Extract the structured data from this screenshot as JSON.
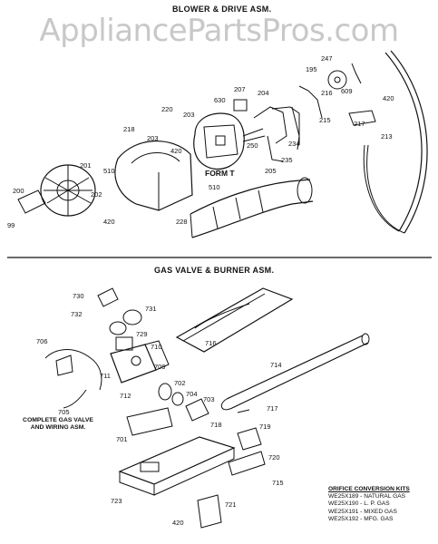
{
  "watermark": "AppliancePartsPros.com",
  "sections": {
    "blower_title": "BLOWER & DRIVE ASM.",
    "gas_title": "GAS VALVE & BURNER ASM."
  },
  "form_label": "FORM T",
  "complete_note": "COMPLETE GAS VALVE AND WIRING ASM.",
  "orifice_kits": {
    "title": "ORIFICE CONVERSION KITS",
    "rows": [
      "WE25X189 - NATURAL GAS",
      "WE25X190 - L. P. GAS",
      "WE25X191 - MIXED GAS",
      "WE25X192 - MFG. GAS"
    ]
  },
  "blower_parts": [
    "99",
    "200",
    "201",
    "202",
    "420",
    "218",
    "510",
    "220",
    "203",
    "203",
    "420",
    "630",
    "207",
    "204",
    "250",
    "205",
    "235",
    "234",
    "510",
    "228",
    "195",
    "247",
    "216",
    "609",
    "215",
    "420",
    "217",
    "213"
  ],
  "gas_parts": [
    "730",
    "732",
    "731",
    "729",
    "716",
    "706",
    "710",
    "711",
    "712",
    "709",
    "702",
    "704",
    "703",
    "714",
    "717",
    "705",
    "718",
    "719",
    "701",
    "720",
    "723",
    "715",
    "721",
    "420"
  ]
}
